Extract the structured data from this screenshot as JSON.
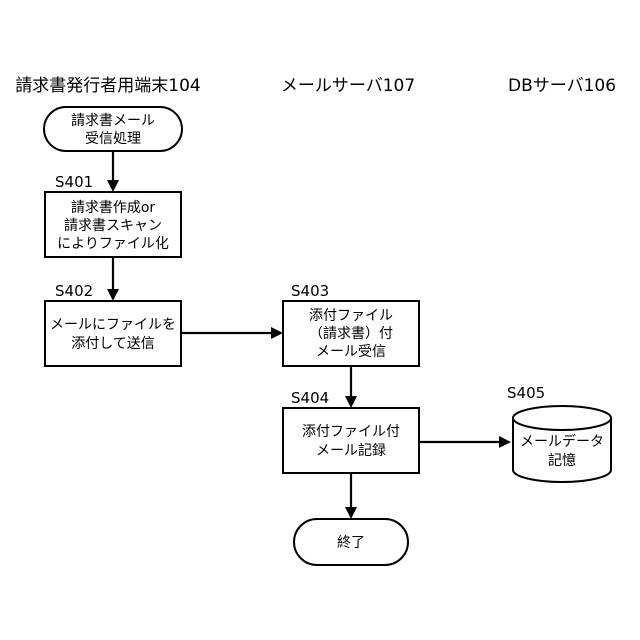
{
  "columns": {
    "terminal": "請求書発行者用端末104",
    "mail_server": "メールサーバ107",
    "db_server": "DBサーバ106"
  },
  "nodes": {
    "start": {
      "lines": [
        "請求書メール",
        "受信処理"
      ]
    },
    "s401": {
      "step": "S401",
      "lines": [
        "請求書作成or",
        "請求書スキャン",
        "によりファイル化"
      ]
    },
    "s402": {
      "step": "S402",
      "lines": [
        "メールにファイルを",
        "添付して送信"
      ]
    },
    "s403": {
      "step": "S403",
      "lines": [
        "添付ファイル",
        "（請求書）付",
        "メール受信"
      ]
    },
    "s404": {
      "step": "S404",
      "lines": [
        "添付ファイル付",
        "メール記録"
      ]
    },
    "s405": {
      "step": "S405",
      "lines": [
        "メールデータ",
        "記憶"
      ]
    },
    "end": {
      "lines": [
        "終了"
      ]
    }
  },
  "colors": {
    "line": "#000000",
    "fill": "#ffffff",
    "background": "#ffffff"
  }
}
